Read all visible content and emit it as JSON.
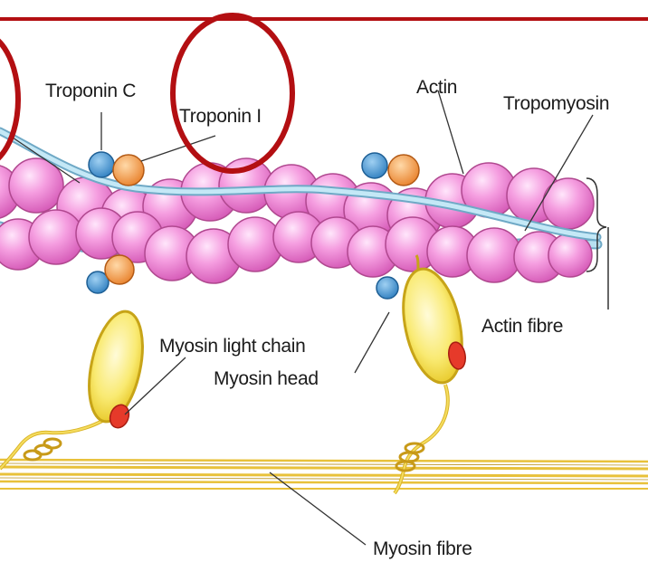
{
  "labels": {
    "troponin_c": "Troponin C",
    "troponin_i": "Troponin I",
    "actin": "Actin",
    "tropomyosin": "Tropomyosin",
    "actin_fibre": "Actin fibre",
    "myosin_light_chain": "Myosin light chain",
    "myosin_head": "Myosin head",
    "myosin_fibre": "Myosin fibre"
  },
  "colors": {
    "top_rule": "#b30f12",
    "highlight_circle": "#b30f12",
    "actin_bead": "#f08cd8",
    "actin_bead_edge": "#b0488f",
    "tropomyosin": "#a9d8ec",
    "troponin_c": "#3d8fcc",
    "troponin_i": "#f2953a",
    "myosin_head": "#f7e14a",
    "myosin_light_chain": "#e63a2a",
    "myosin_fibre": "#e8c13a"
  }
}
